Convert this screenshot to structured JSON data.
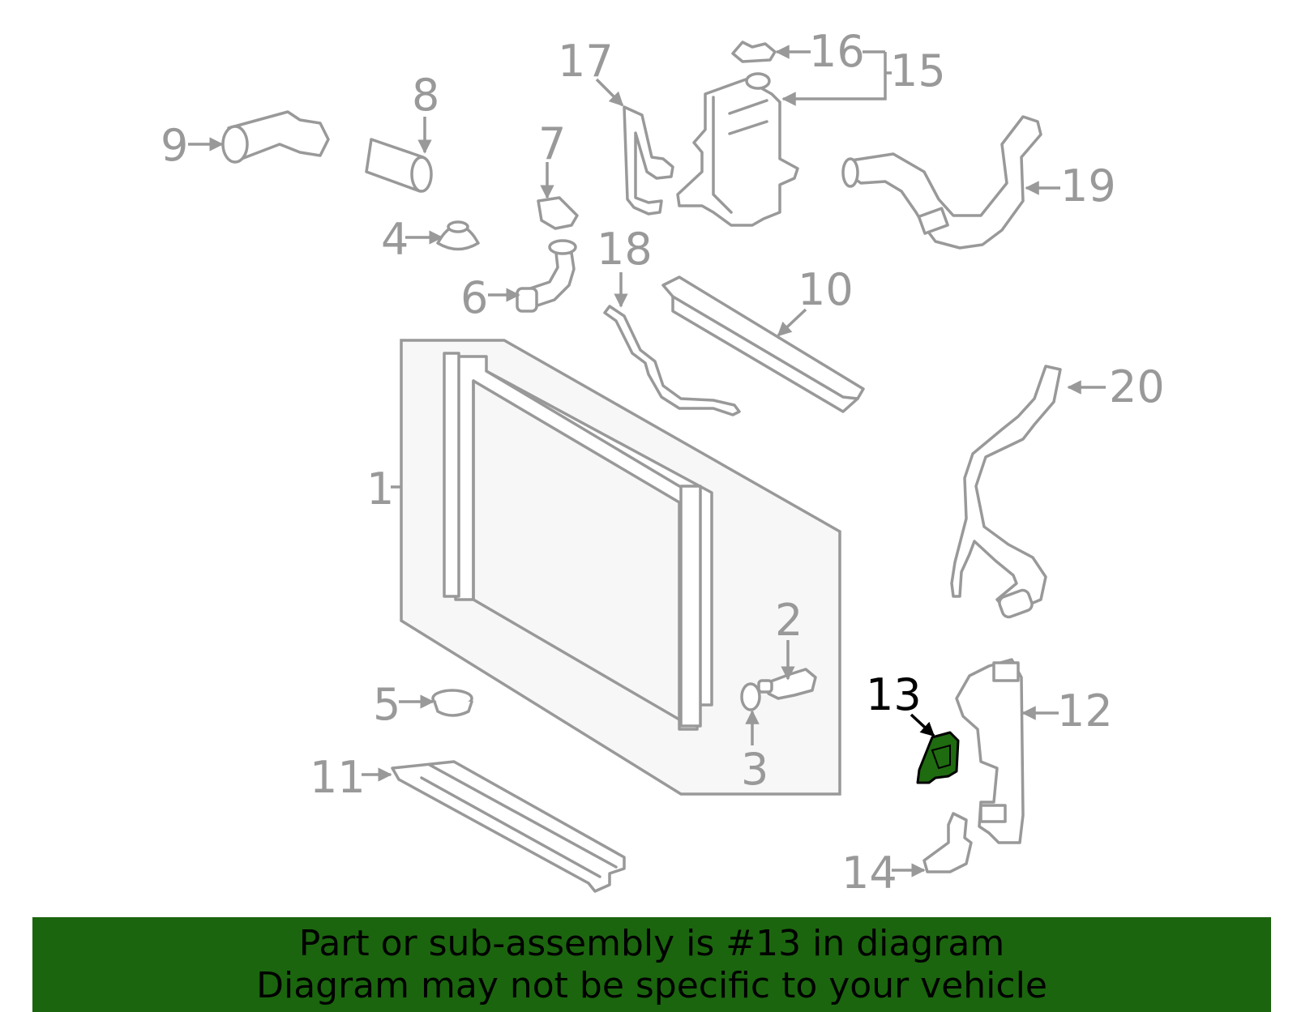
{
  "diagram": {
    "highlighted_part": "13",
    "callouts": [
      {
        "id": "1",
        "label": "1"
      },
      {
        "id": "2",
        "label": "2"
      },
      {
        "id": "3",
        "label": "3"
      },
      {
        "id": "4",
        "label": "4"
      },
      {
        "id": "5",
        "label": "5"
      },
      {
        "id": "6",
        "label": "6"
      },
      {
        "id": "7",
        "label": "7"
      },
      {
        "id": "8",
        "label": "8"
      },
      {
        "id": "9",
        "label": "9"
      },
      {
        "id": "10",
        "label": "10"
      },
      {
        "id": "11",
        "label": "11"
      },
      {
        "id": "12",
        "label": "12"
      },
      {
        "id": "13",
        "label": "13"
      },
      {
        "id": "14",
        "label": "14"
      },
      {
        "id": "15",
        "label": "15"
      },
      {
        "id": "16",
        "label": "16"
      },
      {
        "id": "17",
        "label": "17"
      },
      {
        "id": "18",
        "label": "18"
      },
      {
        "id": "19",
        "label": "19"
      },
      {
        "id": "20",
        "label": "20"
      }
    ],
    "colors": {
      "line": "#999999",
      "highlight_fill": "#1f6b10",
      "highlight_label": "#000000",
      "panel_fill": "#f7f7f7"
    }
  },
  "banner": {
    "line1": "Part or sub-assembly is #13 in diagram",
    "line2": "Diagram may not be specific to your vehicle",
    "background": "#1b650e"
  }
}
